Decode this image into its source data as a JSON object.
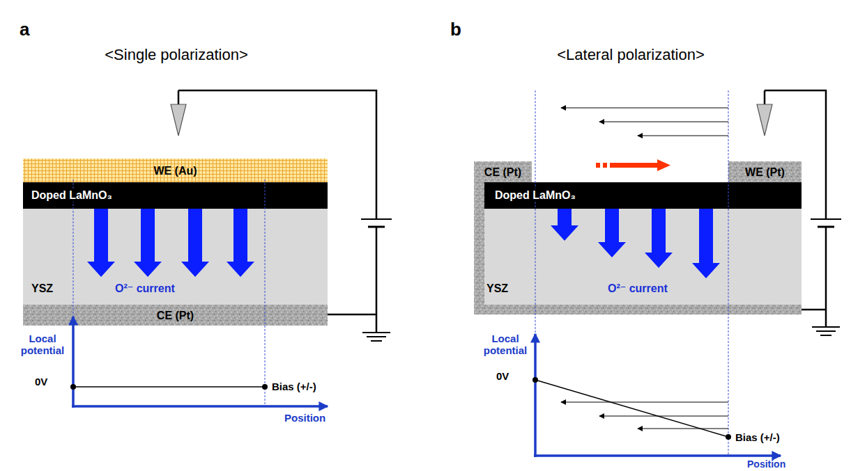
{
  "diagram": {
    "nodes": [
      {
        "text": [
          "WE (Au)"
        ]
      },
      {
        "text": [
          "Doped LaMnO₃"
        ]
      },
      {
        "text": [
          "YSZ",
          "O²⁻ current"
        ]
      },
      {
        "text": [
          "CE (Pt)"
        ]
      },
      {
        "text": [
          "CE (Pt)"
        ]
      },
      {
        "text": [
          "WE (Pt)"
        ]
      },
      {
        "text": [
          "Doped LaMnO₃"
        ]
      },
      {
        "text": [
          "YSZ",
          "O²⁻ current"
        ]
      }
    ],
    "labels": [
      "a",
      "<Single polarization>",
      "Local potential",
      "0V",
      "Bias (+/-)",
      "Position",
      "b",
      "<Lateral polarization>",
      "Local potential",
      "0V",
      "Bias (+/-)",
      "Position"
    ]
  }
}
